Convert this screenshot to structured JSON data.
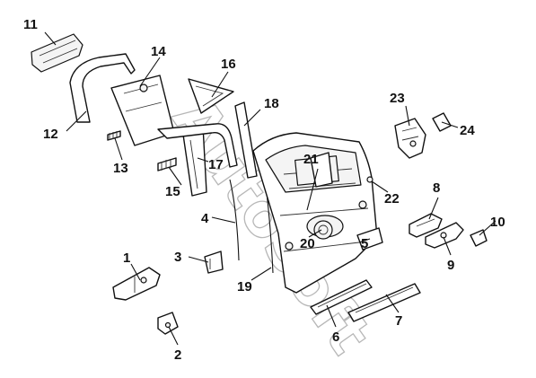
{
  "diagram": {
    "watermark_text": "AutoSoft",
    "callouts": [
      "1",
      "2",
      "3",
      "4",
      "5",
      "6",
      "7",
      "8",
      "9",
      "10",
      "11",
      "12",
      "13",
      "14",
      "15",
      "16",
      "17",
      "18",
      "19",
      "20",
      "21",
      "22",
      "23",
      "24"
    ]
  },
  "colors": {
    "ink": "#111111",
    "paper": "#ffffff",
    "watermark": "#9a9a9a"
  }
}
